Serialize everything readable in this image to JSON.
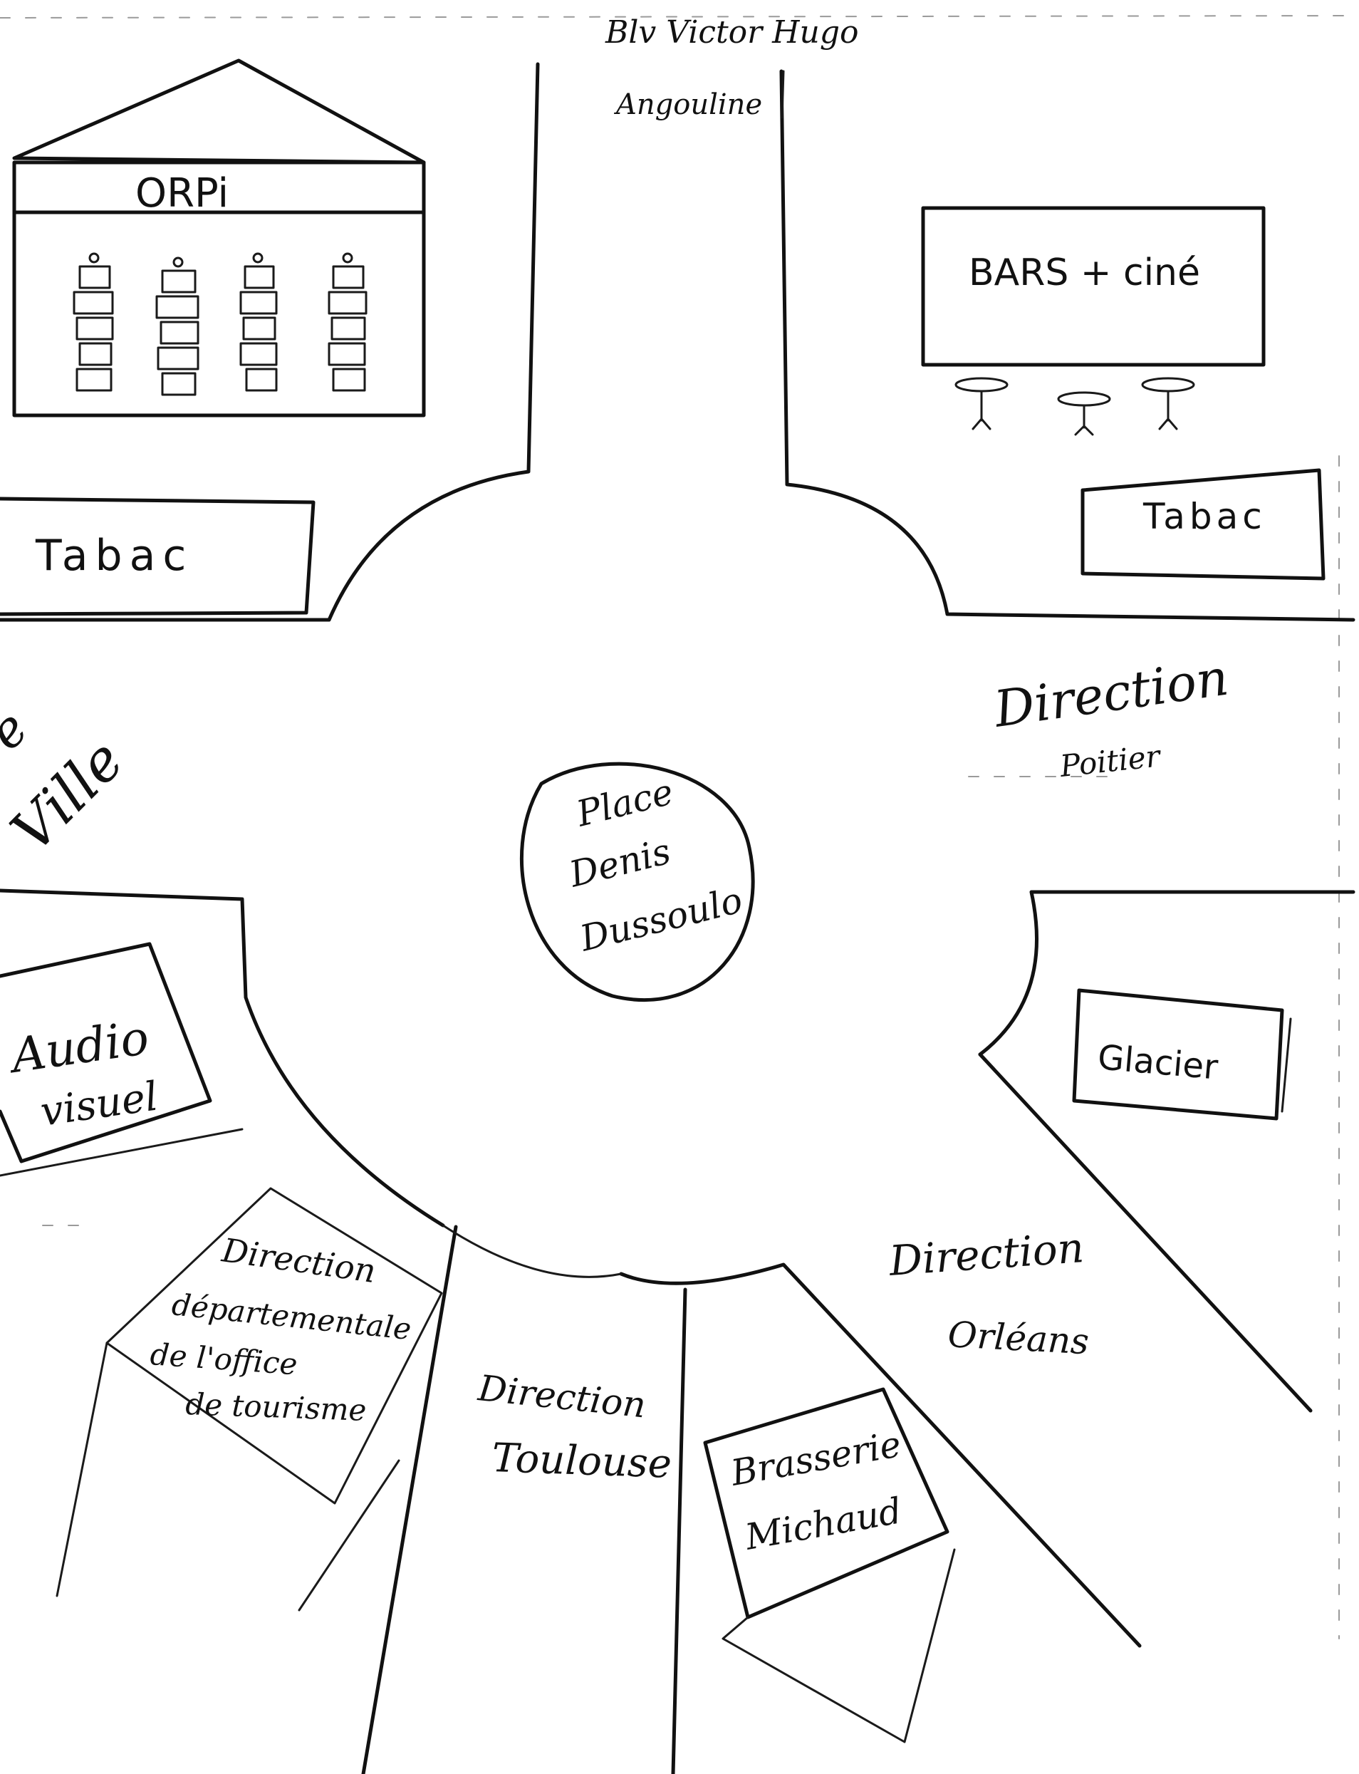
{
  "map": {
    "street_top": {
      "line1": "Blv Victor Hugo",
      "line2": "Angouline"
    },
    "center": {
      "line1": "Place",
      "line2": "Denis",
      "line3": "Dussoulo"
    },
    "buildings": {
      "orpi": "ORPi",
      "tabac_left": "Tabac",
      "bars_cine": "BARS + ciné",
      "tabac_right": "Tabac",
      "glacier": "Glacier",
      "audiovisuel": {
        "line1": "Audio",
        "line2": "visuel"
      },
      "office_tourisme": {
        "line1": "Direction",
        "line2": "départementale",
        "line3": "de l'office",
        "line4": "de tourisme"
      },
      "brasserie": {
        "line1": "Brasserie",
        "line2": "Michaud"
      }
    },
    "directions": {
      "centre_ville": {
        "line1": "Centre",
        "line2": "Ville",
        "visible_fragment_1": "re",
        "visible_fragment_2": "Ville"
      },
      "poitier": {
        "line1": "Direction",
        "line2": "Poitier"
      },
      "orleans": {
        "line1": "Direction",
        "line2": "Orléans"
      },
      "toulouse": {
        "line1": "Direction",
        "line2": "Toulouse"
      }
    },
    "icons": {
      "orpi_building": "classical-building-icon",
      "cafe_tables": "bistro-table-icon"
    }
  }
}
